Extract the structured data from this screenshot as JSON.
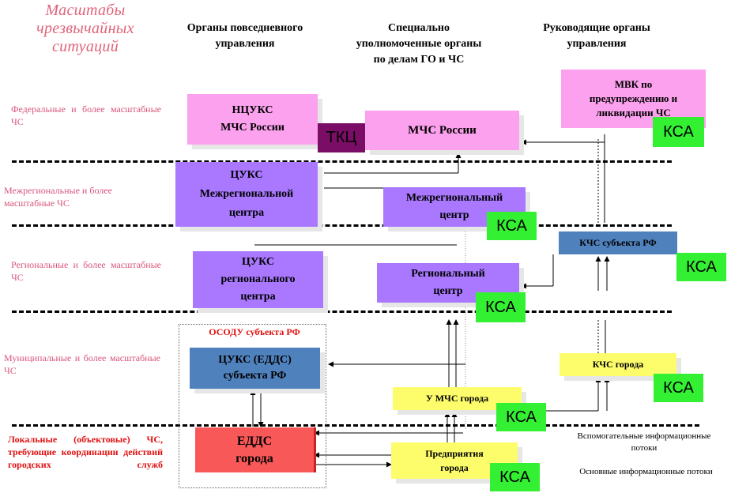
{
  "header": {
    "scale_title_lines": [
      "Масштабы",
      "чрезвычайных",
      "ситуаций"
    ],
    "col_daily_lines": [
      "Органы повседневного",
      "управления"
    ],
    "col_special_lines": [
      "Специально",
      "уполномоченные  органы",
      "по делам ГО и ЧС"
    ],
    "col_leading_lines": [
      "Руководящие органы",
      "управления"
    ]
  },
  "rows": {
    "federal": "Федеральные  и  более масштабные ЧС",
    "interregional": "Межрегиональные и более масштабные ЧС",
    "regional": "Региональные    и    более масштабные ЧС",
    "municipal": "Муниципальные  и  более масштабные ЧС",
    "local": "Локальные  (объектовые) ЧС,  требующие координации  действий городских служб"
  },
  "boxes": {
    "ncuks": [
      "НЦУКС",
      "МЧС России"
    ],
    "tkc": "ТКЦ",
    "mchs": "МЧС России",
    "mvk": [
      "МВК по",
      "предупреждению и",
      "ликвидации ЧС"
    ],
    "cuks_mr": [
      "ЦУКС",
      "Межрегиональной",
      "центра"
    ],
    "mr_center": [
      "Межрегиональный",
      "центр"
    ],
    "kchs_subject": "КЧС субъекта РФ",
    "cuks_reg": [
      "ЦУКС",
      "регионального",
      "центра"
    ],
    "reg_center": [
      "Региональный",
      "центр"
    ],
    "osodu": "ОСОДУ субъекта РФ",
    "cuks_edds": [
      "ЦУКС  (ЕДДС)",
      "субъекта РФ"
    ],
    "kchs_city": "КЧС города",
    "u_mchs": "У МЧС города",
    "edds_city": [
      "ЕДДС",
      "города"
    ],
    "enterprises": [
      "Предприятия",
      "города"
    ],
    "ksa": "КСА"
  },
  "legend": {
    "aux": [
      "Вспомогательные информационные",
      "потоки"
    ],
    "main": "Основные информационные потоки"
  },
  "colors": {
    "pink": "#fba1ee",
    "purple": "#a978ff",
    "yellow": "#fdfd6c",
    "blue": "#4f81bd",
    "red": "#f85858",
    "green": "#33f033",
    "maroon": "#7a0d66",
    "scale_title": "#e0637a"
  }
}
